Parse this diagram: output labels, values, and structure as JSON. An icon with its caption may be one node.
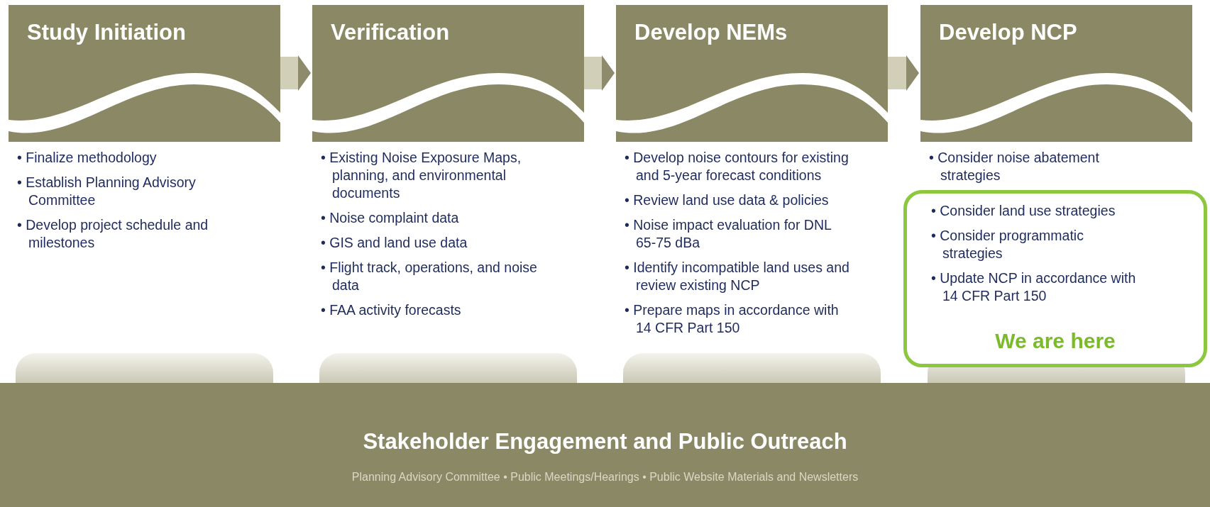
{
  "diagram": {
    "nodes": [
      {
        "text": [
          "Study Initiation"
        ],
        "beside": [
          "• Finalize methodology",
          "• Establish Planning Advisory Committee",
          "• Develop project schedule and milestones"
        ]
      },
      {
        "text": [
          "Verification"
        ],
        "beside": [
          "• Existing Noise Exposure Maps, planning, and environmental documents",
          "• Noise complaint data",
          "• GIS and land use data",
          "• Flight track, operations, and noise data",
          "• FAA activity forecasts"
        ]
      },
      {
        "text": [
          "Develop NEMs"
        ],
        "beside": [
          "• Develop noise contours for existing and 5-year forecast conditions",
          "• Review land use data & policies",
          "• Noise impact evaluation for DNL 65-75 dBa",
          "• Identify incompatible land uses and review existing NCP",
          "• Prepare maps in accordance with 14 CFR Part 150"
        ]
      },
      {
        "text": [
          "Develop NCP"
        ],
        "beside": [
          "• Consider noise abatement strategies"
        ]
      },
      {
        "text": [
          "• Consider land use strategies",
          "• Consider programmatic strategies",
          "• Update NCP in accordance with 14 CFR Part 150",
          "We are here"
        ]
      },
      {
        "text": [
          "Stakeholder Engagement and Public Outreach",
          "Planning Advisory Committee • Public Meetings/Hearings • Public Website Materials and Newsletters"
        ]
      }
    ],
    "edges": [
      {
        "from": 0,
        "to": 1,
        "arrow": "to"
      },
      {
        "from": 1,
        "to": 2,
        "arrow": "to"
      },
      {
        "from": 2,
        "to": 3,
        "arrow": "to"
      }
    ]
  }
}
